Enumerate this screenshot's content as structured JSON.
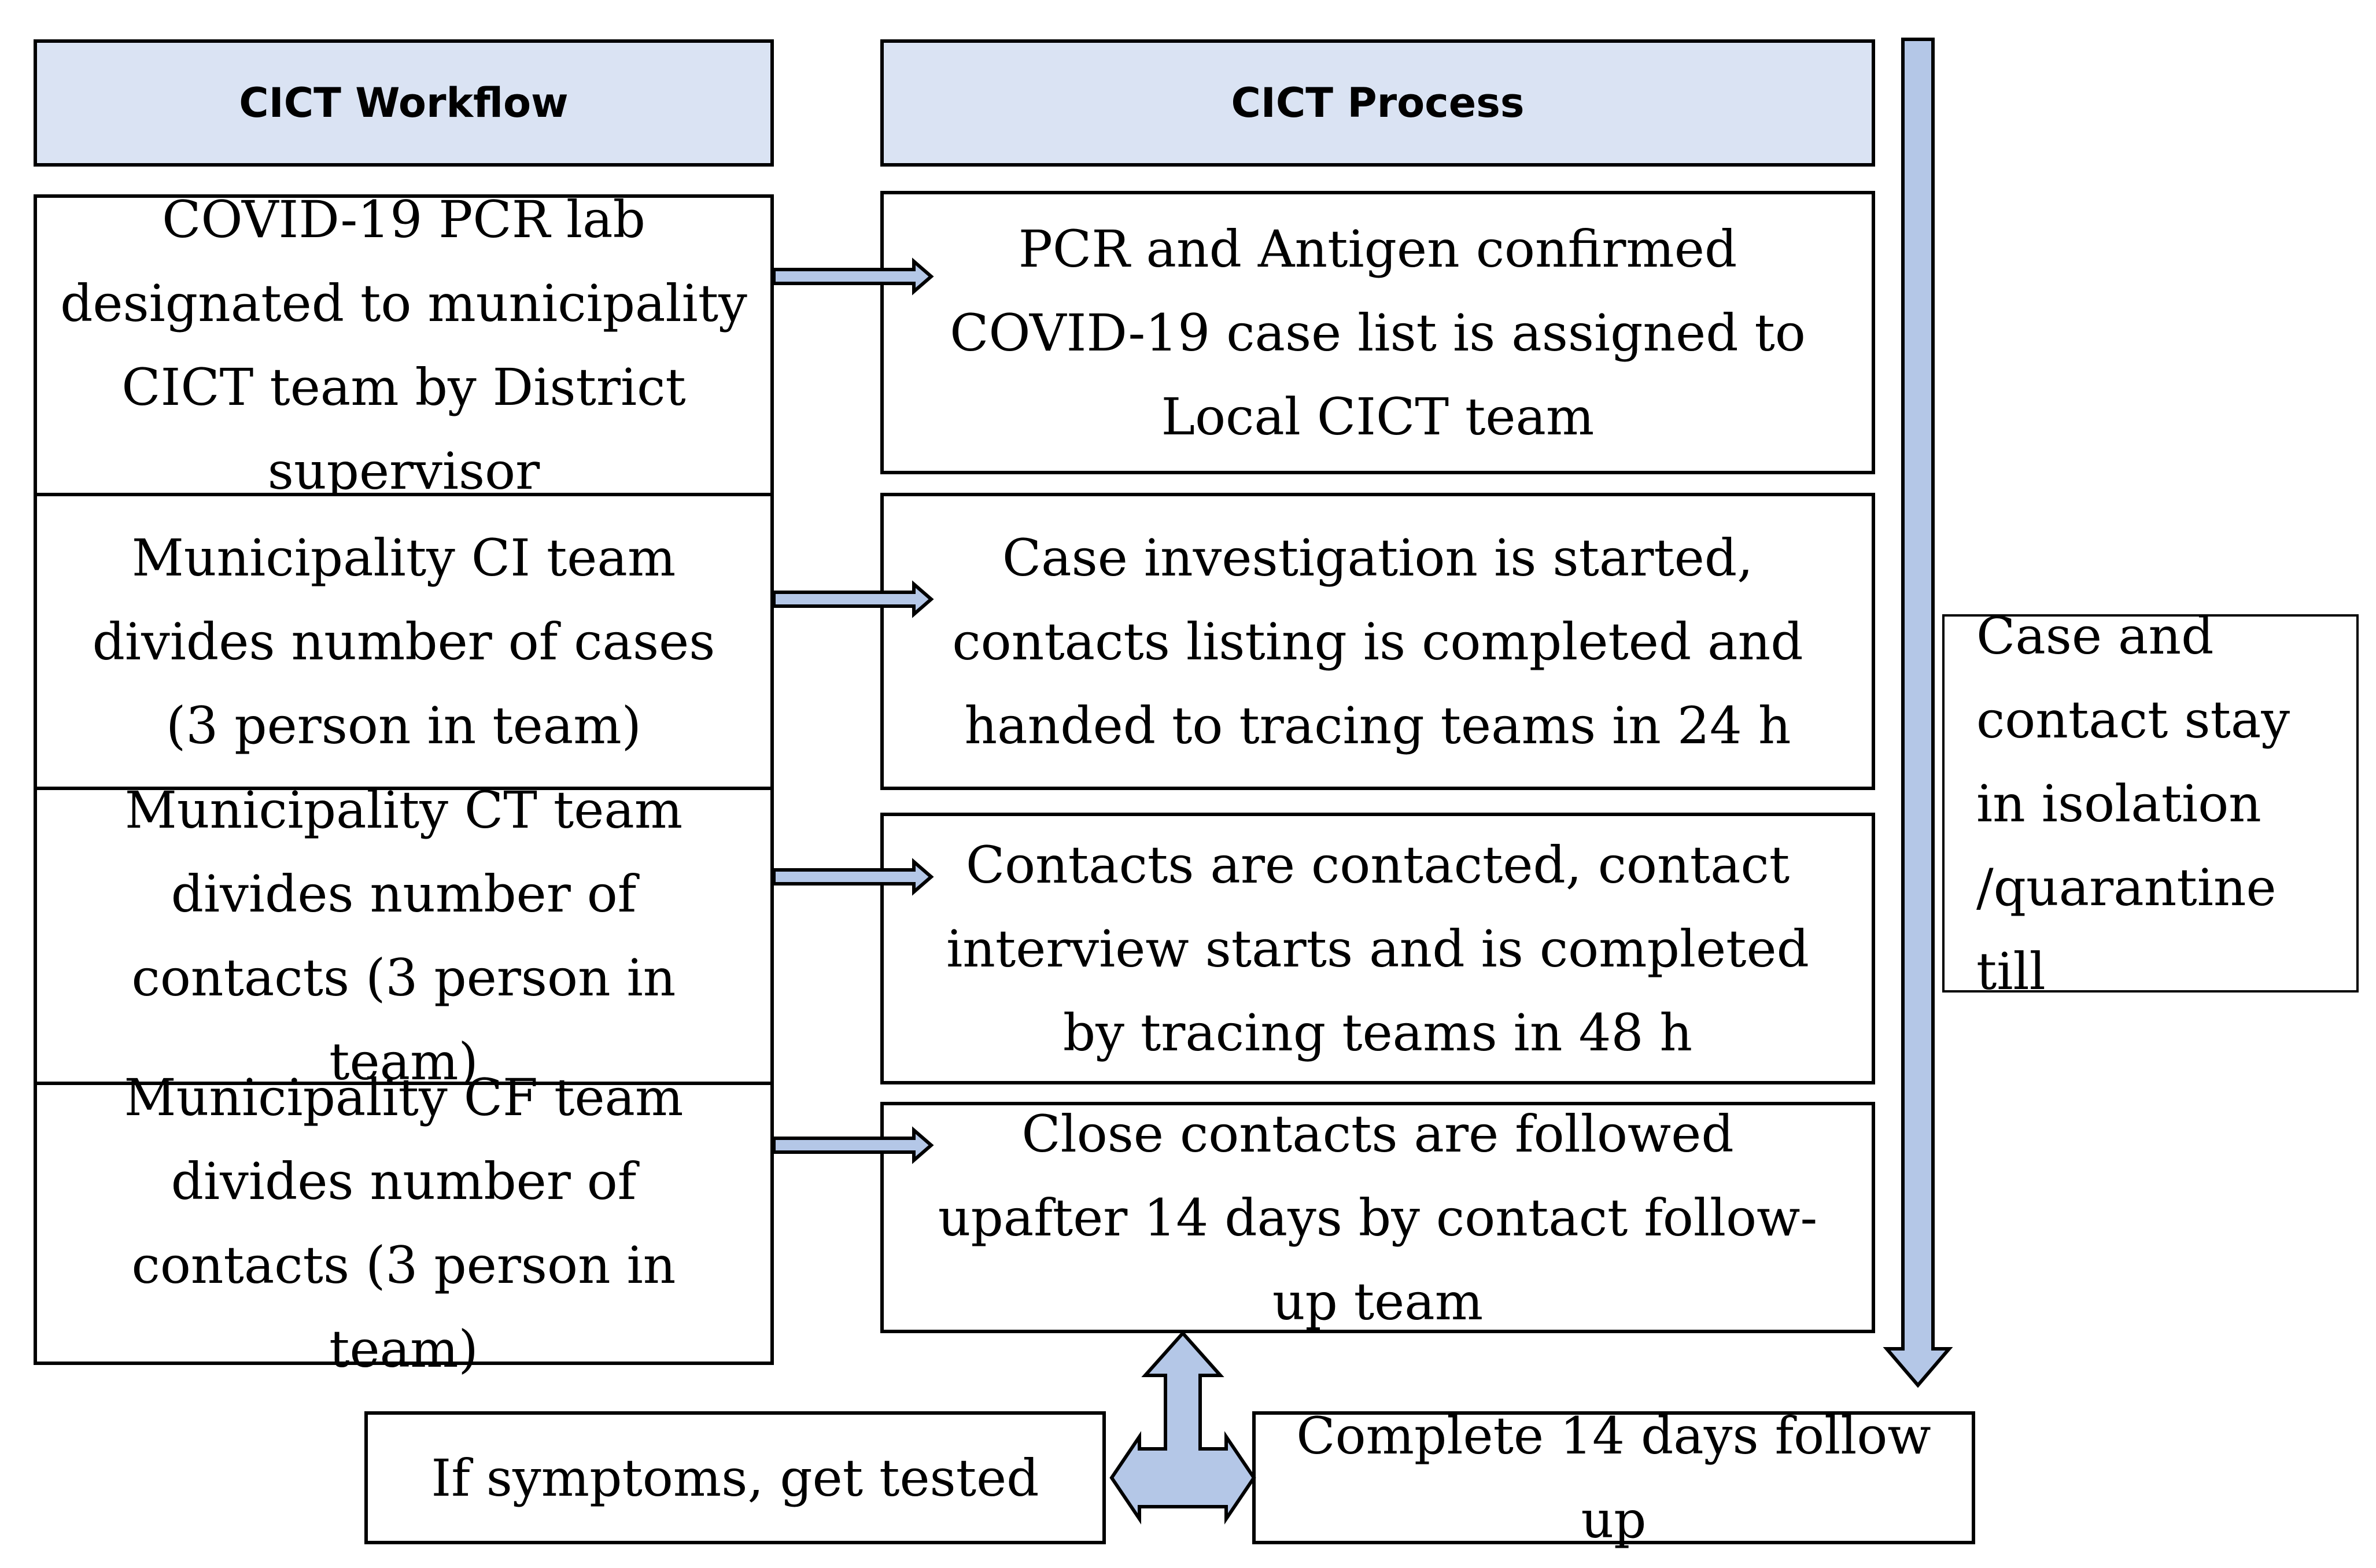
{
  "headers": {
    "workflow": "CICT Workflow",
    "process": "CICT Process"
  },
  "workflow_steps": [
    "COVID-19 PCR lab designated to municipality CICT team by District supervisor",
    "Municipality CI team divides number of cases (3 person in team)",
    "Municipality CT team divides number of contacts (3 person in team)",
    "Municipality CF team divides number of contacts (3 person in team)"
  ],
  "process_steps": [
    "PCR and Antigen confirmed COVID-19 case list is assigned to Local CICT team",
    "Case investigation is started, contacts listing is completed and handed to tracing teams in 24 h",
    "Contacts are contacted, contact interview starts and is completed by tracing teams in 48 h",
    "Close contacts are followed upafter 14 days by contact follow-up team"
  ],
  "side_note": "Case and contact stay in isolation /quarantine till",
  "outcomes": {
    "left": "If symptoms, get tested",
    "right": "Complete 14 days follow up"
  },
  "colors": {
    "header_fill": "#dae3f3",
    "arrow_fill": "#b4c7e7",
    "line": "#000000"
  }
}
